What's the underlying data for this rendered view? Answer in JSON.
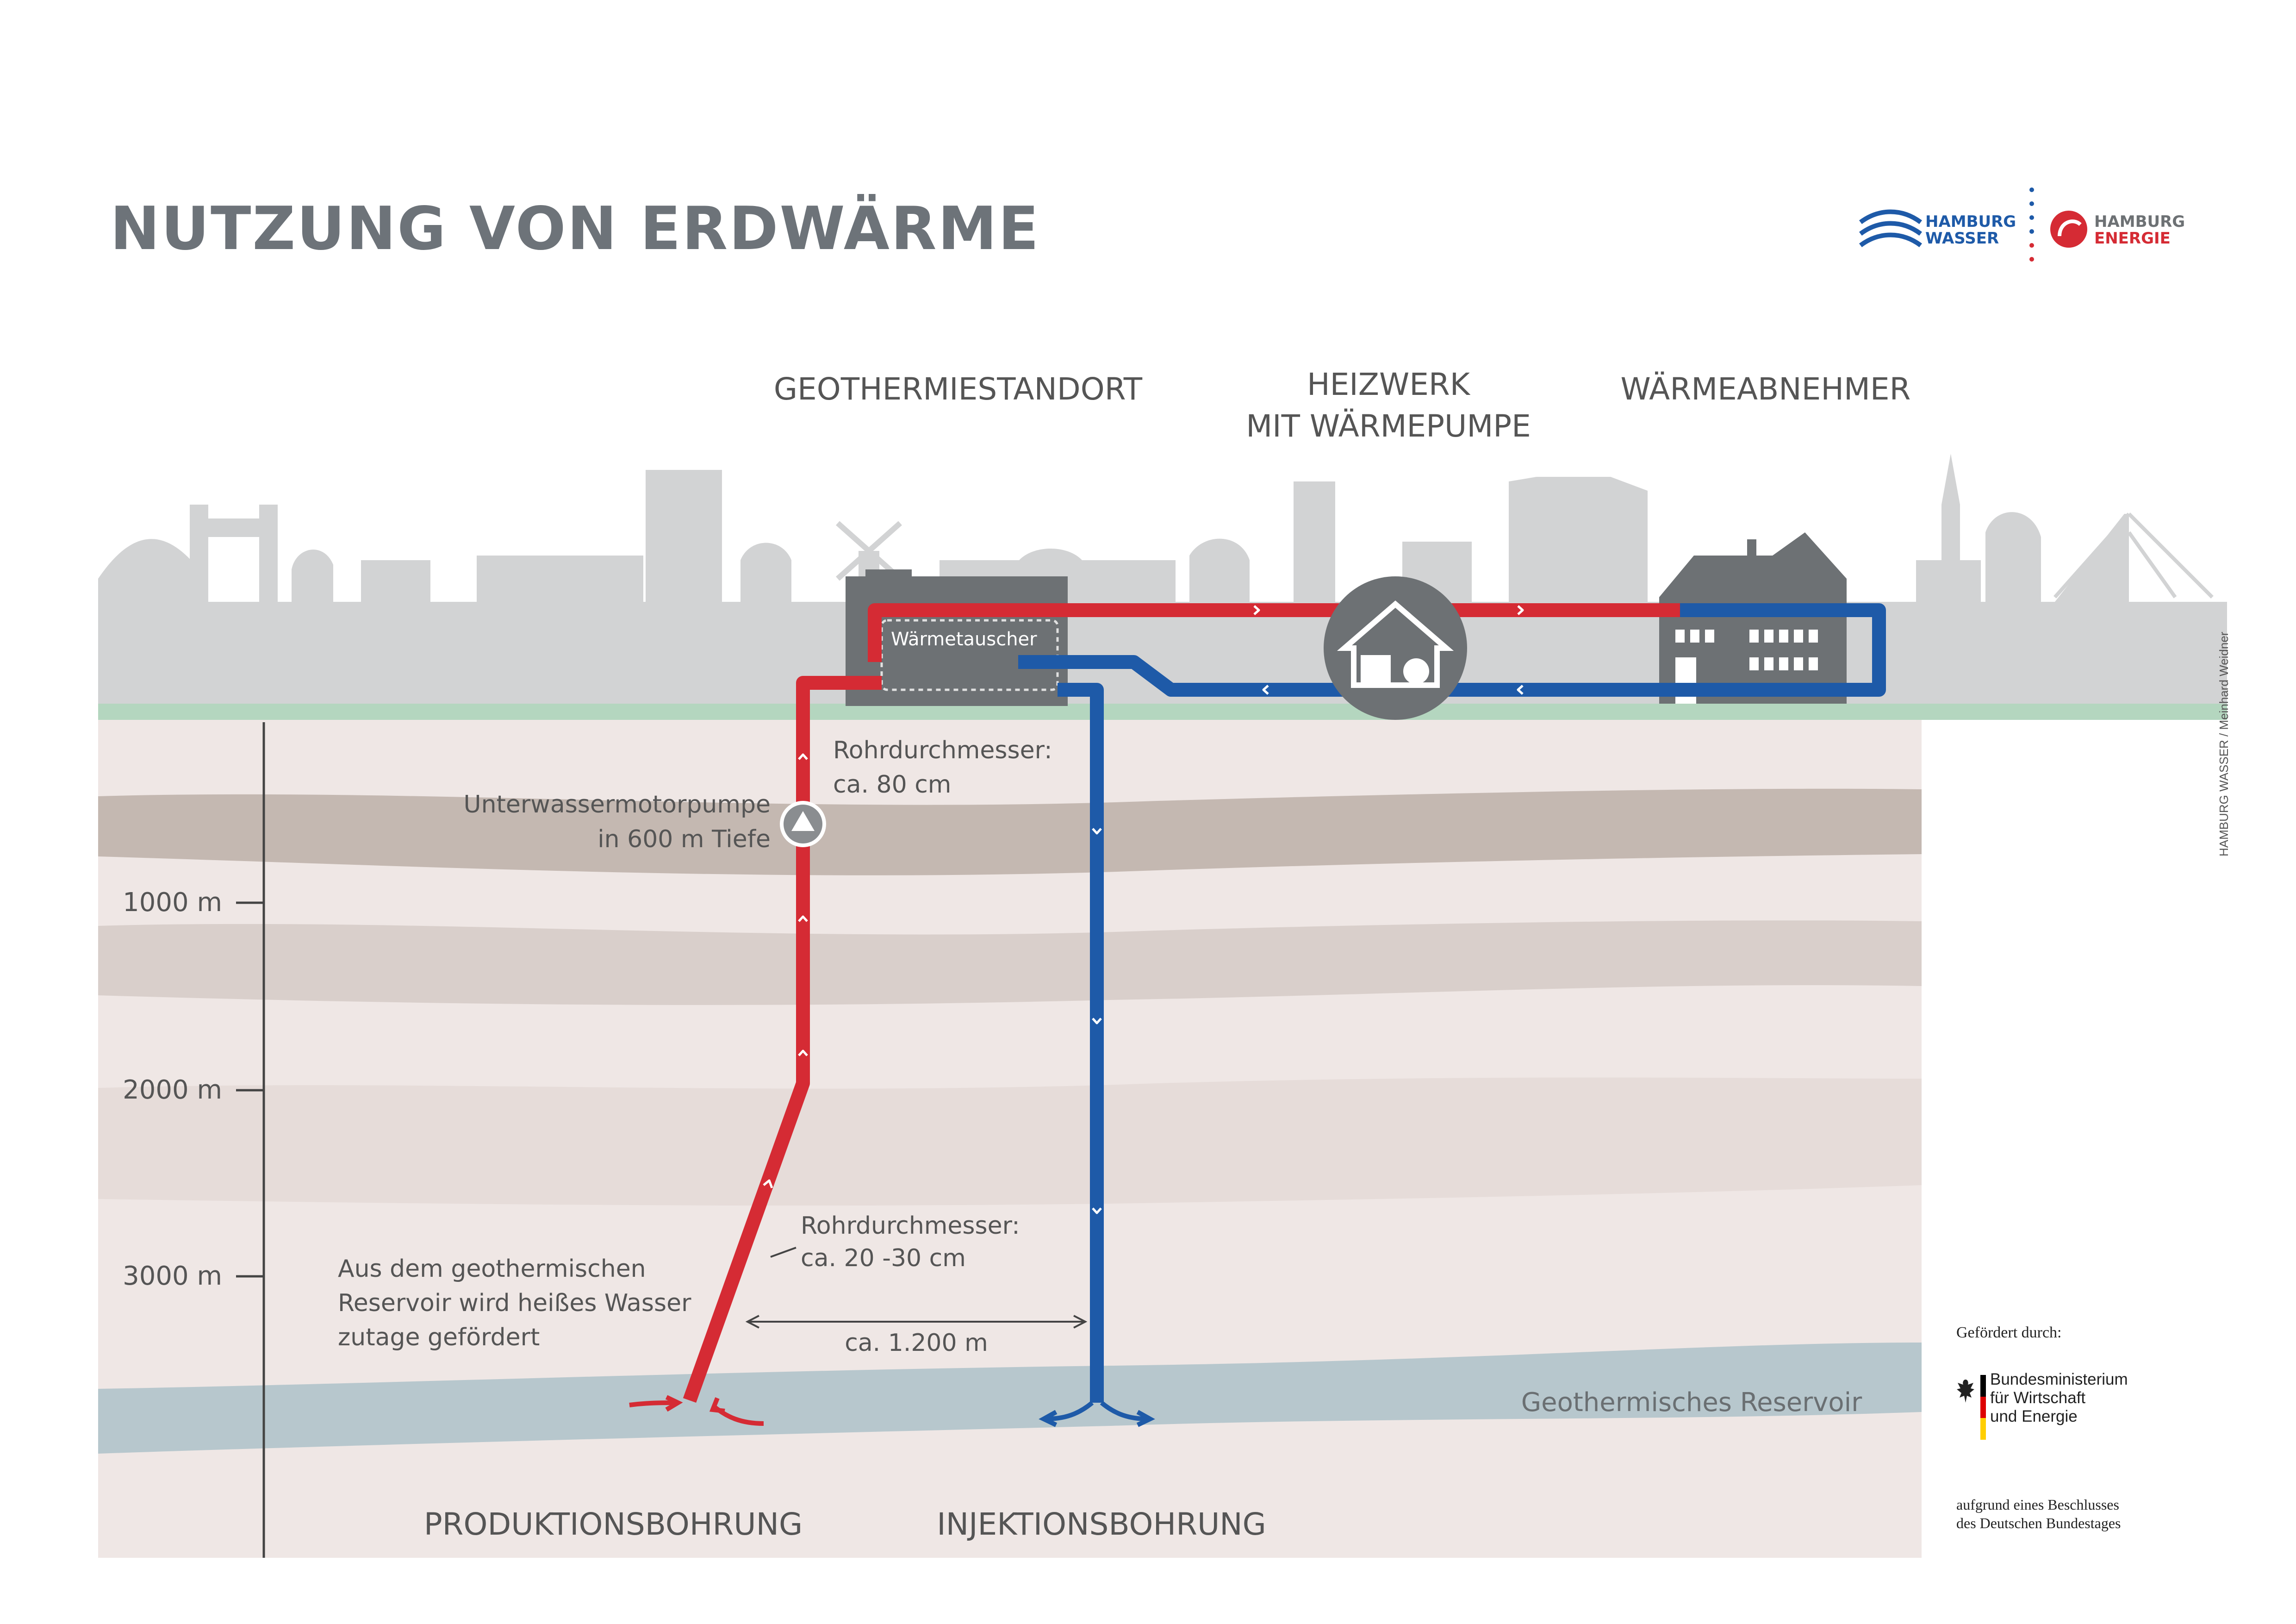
{
  "title": "NUTZUNG VON ERDWÄRME",
  "logos": {
    "hamburg_wasser": {
      "line1": "HAMBURG",
      "line2": "WASSER"
    },
    "hamburg_energie": {
      "line1": "HAMBURG",
      "line2": "ENERGIE"
    }
  },
  "sites": {
    "geothermie": "GEOTHERMIESTANDORT",
    "heizwerk_line1": "HEIZWERK",
    "heizwerk_line2": "MIT WÄRMEPUMPE",
    "abnehmer": "WÄRMEABNEHMER"
  },
  "labels": {
    "waermetauscher": "Wärmetauscher",
    "rohr_top_line1": "Rohrdurchmesser:",
    "rohr_top_line2": "ca. 80 cm",
    "pumpe_line1": "Unterwassermotorpumpe",
    "pumpe_line2": "in 600 m Tiefe",
    "rohr_bottom_line1": "Rohrdurchmesser:",
    "rohr_bottom_line2": "ca. 20 -30 cm",
    "reservoir_text_line1": "Aus dem geothermischen",
    "reservoir_text_line2": "Reservoir wird heißes Wasser",
    "reservoir_text_line3": "zutage gefördert",
    "distance": "ca. 1.200 m",
    "reservoir": "Geothermisches Reservoir",
    "produktion": "PRODUKTIONSBOHRUNG",
    "injektion": "INJEKTIONSBOHRUNG"
  },
  "depth_ticks": [
    "1000 m",
    "2000 m",
    "3000 m"
  ],
  "credit": "HAMBURG WASSER / Meinhard Weidner",
  "funding": {
    "top": "Gefördert durch:",
    "ministry_line1": "Bundesministerium",
    "ministry_line2": "für Wirtschaft",
    "ministry_line3": "und Energie",
    "bottom_line1": "aufgrund eines Beschlusses",
    "bottom_line2": "des Deutschen Bundestages"
  },
  "colors": {
    "hot": "#d52b34",
    "cold": "#1e5aa8",
    "skyline": "#d2d3d4",
    "building": "#6d7174",
    "ground_band": "#b4d6bf",
    "reservoir": "#b7c7cd",
    "soil_light": "#efe7e5",
    "soil_dark": "#c4b8b1",
    "soil_mid": "#d9cfcb"
  }
}
